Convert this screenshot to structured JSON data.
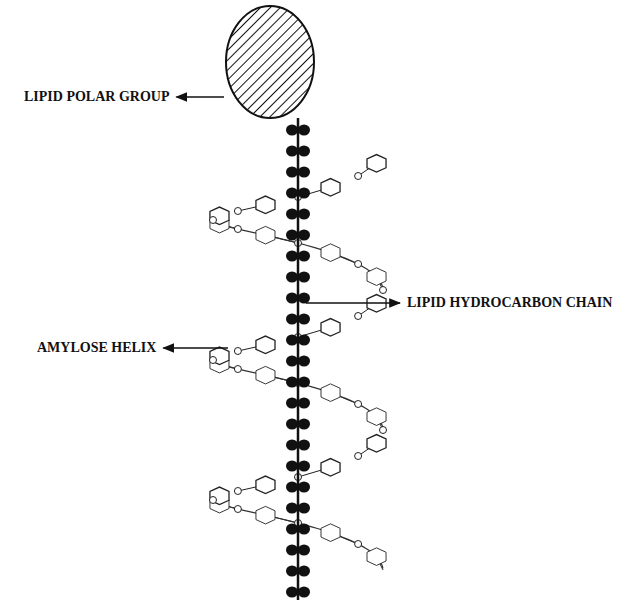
{
  "diagram": {
    "labels": [
      "LIPID POLAR GROUP",
      "LIPID HYDROCARBON CHAIN",
      "AMYLOSE HELIX"
    ]
  }
}
